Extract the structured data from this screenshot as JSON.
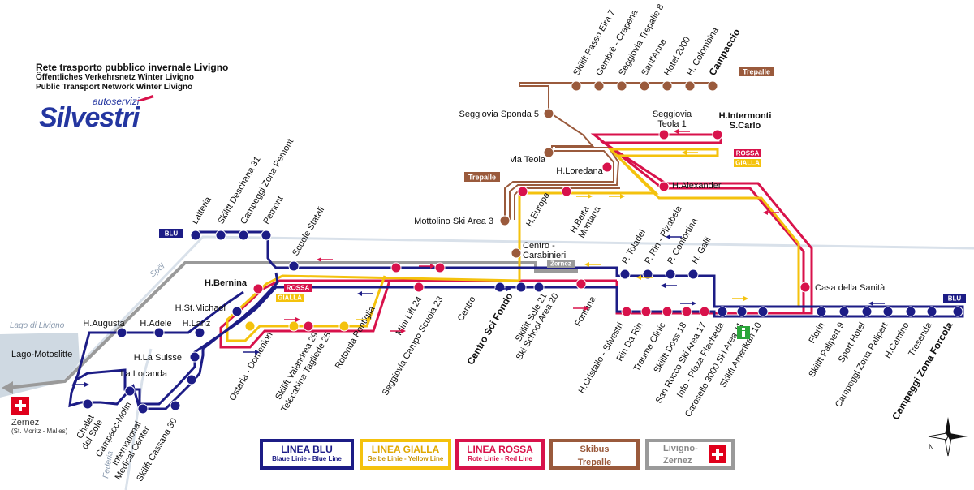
{
  "header": {
    "title_it": "Rete trasporto pubblico invernale Livigno",
    "title_de": "Öffentliches Verkehrsnetz Winter Livigno",
    "title_en": "Public Transport Network Winter Livigno"
  },
  "logo": {
    "small": "autoservizi",
    "big": "Silvestri"
  },
  "colors": {
    "blu": "#1c1c86",
    "gialla": "#f4c20d",
    "rossa": "#d8124b",
    "skibus": "#9a5a3c",
    "zernez": "#9a9a9a",
    "lake": "#cfd9e2",
    "road": "#d9e1ea"
  },
  "geo_labels": {
    "lago": "Lago di Livigno",
    "spol": "Spöl",
    "federia": "Federia"
  },
  "badges": {
    "blu_left": "BLU",
    "blu_right": "BLU",
    "trepalle_top": "Trepalle",
    "trepalle_mid": "Trepalle",
    "rossa_center": "ROSSA",
    "gialla_center": "GIALLA",
    "rossa_right": "ROSSA",
    "gialla_right": "GIALLA",
    "zernez_tag": "Zernez"
  },
  "stops": [
    {
      "id": "latteria",
      "label": "Latteria"
    },
    {
      "id": "deschana",
      "label": "Skilift Deschana 31"
    },
    {
      "id": "pemont_camp",
      "label": "Campeggi Zona Pemont"
    },
    {
      "id": "pemont",
      "label": "Pemont"
    },
    {
      "id": "scuole",
      "label": "Scuole Statali"
    },
    {
      "id": "bernina",
      "label": "H.Bernina"
    },
    {
      "id": "stmichael",
      "label": "H.St.Michael"
    },
    {
      "id": "lanz",
      "label": "H.Lanz"
    },
    {
      "id": "adele",
      "label": "H.Adele"
    },
    {
      "id": "augusta",
      "label": "H.Augusta"
    },
    {
      "id": "motoslitte",
      "label": "Lago-Motoslitte"
    },
    {
      "id": "lasuisse",
      "label": "H.La Suisse"
    },
    {
      "id": "lalocanda",
      "label": "La Locanda"
    },
    {
      "id": "chalet",
      "label": "Chalet del Sole"
    },
    {
      "id": "campacc",
      "label": "Campacc-Molin"
    },
    {
      "id": "intl",
      "label": "International Medical Center"
    },
    {
      "id": "cassana",
      "label": "Skilift Cassana 30"
    },
    {
      "id": "ostaria",
      "label": "Ostaria - Domenion"
    },
    {
      "id": "valandrea",
      "label": "Skilift Valandrea 29"
    },
    {
      "id": "tagliede",
      "label": "Telecabina Tagliede 25"
    },
    {
      "id": "pontiglia",
      "label": "Rotonda Pontiglia"
    },
    {
      "id": "minilift",
      "label": "Mini Lift 24"
    },
    {
      "id": "scuola23",
      "label": "Seggiovia Campo Scuola 23"
    },
    {
      "id": "centro",
      "label": "Centro"
    },
    {
      "id": "scifondo",
      "label": "Centro Sci Fondo"
    },
    {
      "id": "sole21",
      "label": "Skilift Sole 21"
    },
    {
      "id": "school20",
      "label": "Ski School Area 20"
    },
    {
      "id": "fontana",
      "label": "Fontana"
    },
    {
      "id": "cristallo",
      "label": "H.Cristallo - Silvestri"
    },
    {
      "id": "rindarin",
      "label": "Rin Da Rin"
    },
    {
      "id": "trauma",
      "label": "Trauma Clinic"
    },
    {
      "id": "doss18",
      "label": "Skilift Doss 18"
    },
    {
      "id": "sanrocco",
      "label": "San Rocco Ski Area 17"
    },
    {
      "id": "placheda",
      "label": "Info - Plaza Placheda"
    },
    {
      "id": "carosello",
      "label": "Carosello 3000 Ski Area 11"
    },
    {
      "id": "amerikan",
      "label": "Skilift Amerikan 10"
    },
    {
      "id": "florin",
      "label": "Florin"
    },
    {
      "id": "palipert9",
      "label": "Skilift Palipert 9"
    },
    {
      "id": "sporthotel",
      "label": "Sport Hotel"
    },
    {
      "id": "palipert_camp",
      "label": "Campeggi Zona Palipert"
    },
    {
      "id": "camino",
      "label": "H.Camino"
    },
    {
      "id": "tresenda",
      "label": "Tresenda"
    },
    {
      "id": "forcola",
      "label": "Campeggi Zona Forcola"
    },
    {
      "id": "toladel",
      "label": "P. Toladel"
    },
    {
      "id": "pizabela",
      "label": "P. Rin - Pizabela"
    },
    {
      "id": "confortina",
      "label": "P. Confortina"
    },
    {
      "id": "galli",
      "label": "H. Galli"
    },
    {
      "id": "sanita",
      "label": "Casa della Sanità"
    },
    {
      "id": "carabinieri",
      "label": "Centro - Carabinieri"
    },
    {
      "id": "mottolino",
      "label": "Mottolino Ski Area 3"
    },
    {
      "id": "europa",
      "label": "H.Europa"
    },
    {
      "id": "baita",
      "label": "H.Baita Montana"
    },
    {
      "id": "alexander",
      "label": "H.Alexander"
    },
    {
      "id": "loredana",
      "label": "H.Loredana"
    },
    {
      "id": "viateola",
      "label": "via Teola"
    },
    {
      "id": "sponda",
      "label": "Seggiovia Sponda 5"
    },
    {
      "id": "teola1",
      "label": "Seggiovia Teola 1"
    },
    {
      "id": "intermonti",
      "label": "H.Intermonti S.Carlo"
    },
    {
      "id": "eira",
      "label": "Skilift Passo Eira 7"
    },
    {
      "id": "gembre",
      "label": "Gembrè - Crapena"
    },
    {
      "id": "trepalle8",
      "label": "Seggiovia Trepalle 8"
    },
    {
      "id": "santanna",
      "label": "Sant'Anna"
    },
    {
      "id": "hotel2000",
      "label": "Hotel 2000"
    },
    {
      "id": "colombina",
      "label": "H. Colombina"
    },
    {
      "id": "campaccio",
      "label": "Campaccio"
    }
  ],
  "zernez": {
    "name": "Zernez",
    "via": "(St. Moritz - Malles)"
  },
  "legend": [
    {
      "id": "blu",
      "title": "LINEA BLU",
      "sub": "Blaue Linie - Blue Line"
    },
    {
      "id": "gialla",
      "title": "LINEA GIALLA",
      "sub": "Gelbe Linie - Yellow Line"
    },
    {
      "id": "rossa",
      "title": "LINEA ROSSA",
      "sub": "Rote Linie - Red Line"
    },
    {
      "id": "skibus",
      "title": "Skibus",
      "sub": "Trepalle"
    },
    {
      "id": "zernez",
      "title": "Livigno-",
      "sub": "Zernez"
    }
  ],
  "compass": {
    "north": "N"
  }
}
